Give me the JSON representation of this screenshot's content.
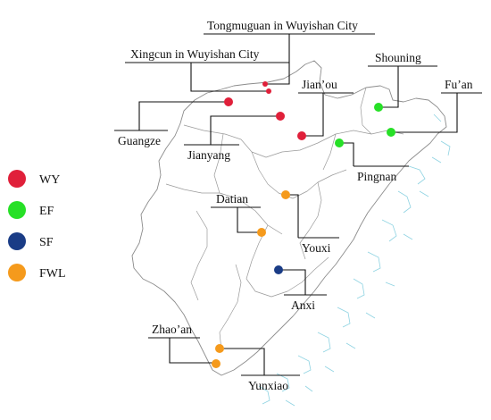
{
  "colors": {
    "WY": "#e0203a",
    "EF": "#27e027",
    "SF": "#1a3c86",
    "FWL": "#f59a1c"
  },
  "legend": [
    {
      "key": "WY",
      "label": "WY"
    },
    {
      "key": "EF",
      "label": "EF"
    },
    {
      "key": "SF",
      "label": "SF"
    },
    {
      "key": "FWL",
      "label": "FWL"
    }
  ],
  "sites": [
    {
      "id": "tongmuguan",
      "label": "Tongmuguan in Wuyishan City",
      "group": "WY"
    },
    {
      "id": "xingcun",
      "label": "Xingcun in Wuyishan City",
      "group": "WY"
    },
    {
      "id": "guangze",
      "label": "Guangze",
      "group": "WY"
    },
    {
      "id": "jianyang",
      "label": "Jianyang",
      "group": "WY"
    },
    {
      "id": "jianou",
      "label": "Jian’ou",
      "group": "WY"
    },
    {
      "id": "shouning",
      "label": "Shouning",
      "group": "EF"
    },
    {
      "id": "fuan",
      "label": "Fu’an",
      "group": "EF"
    },
    {
      "id": "pingnan",
      "label": "Pingnan",
      "group": "EF"
    },
    {
      "id": "datian",
      "label": "Datian",
      "group": "FWL"
    },
    {
      "id": "youxi",
      "label": "Youxi",
      "group": "FWL"
    },
    {
      "id": "anxi",
      "label": "Anxi",
      "group": "SF"
    },
    {
      "id": "zhaoan",
      "label": "Zhao’an",
      "group": "FWL"
    },
    {
      "id": "yunxiao",
      "label": "Yunxiao",
      "group": "FWL"
    }
  ]
}
